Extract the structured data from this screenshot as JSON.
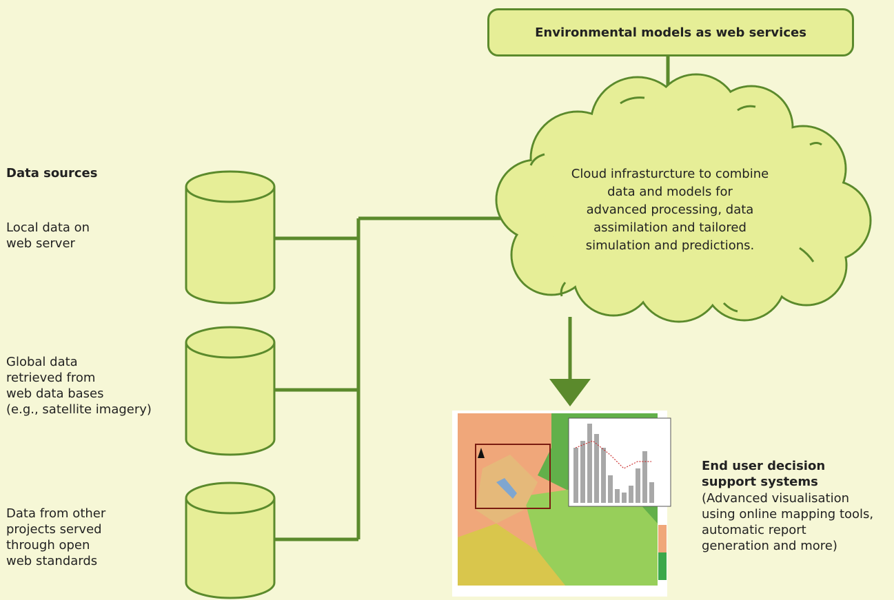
{
  "header_box": {
    "label": "Environmental models as web services"
  },
  "cloud": {
    "lines": [
      "Cloud infrasturcture to combine",
      "data and models for",
      "advanced processing, data",
      "assimilation and tailored",
      "simulation and predictions."
    ]
  },
  "data_sources": {
    "heading": "Data sources",
    "items": [
      {
        "lines": [
          "Local data on",
          "web server"
        ]
      },
      {
        "lines": [
          "Global data",
          "retrieved from",
          "web data bases",
          "(e.g., satellite imagery)"
        ]
      },
      {
        "lines": [
          "Data from other",
          "projects served",
          "through open",
          "web standards"
        ]
      }
    ]
  },
  "end_user": {
    "heading_lines": [
      "End user decision",
      "support systems"
    ],
    "desc_lines": [
      "(Advanced visualisation",
      "using online mapping tools,",
      "automatic report",
      "generation and more)"
    ]
  },
  "colors": {
    "line": "#5b8a2c",
    "fill": "#e6ee97",
    "background": "#f6f7d6"
  }
}
